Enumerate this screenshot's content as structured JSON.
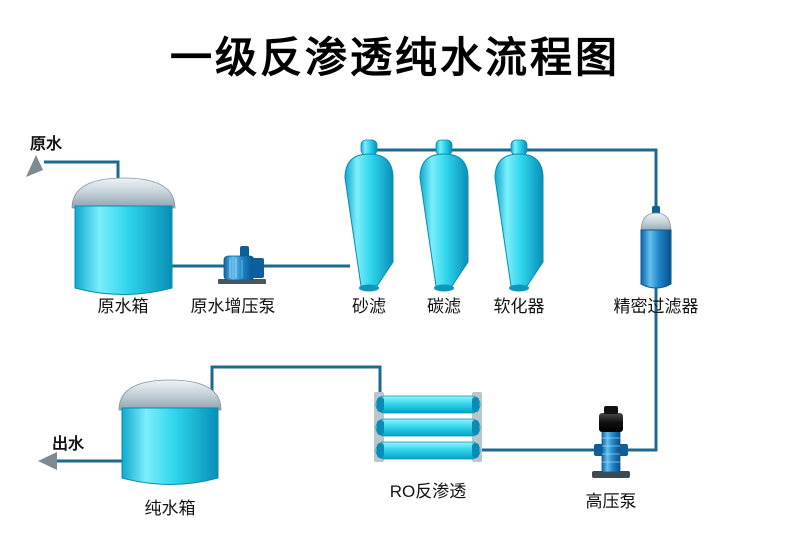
{
  "title": "一级反渗透纯水流程图",
  "flow_labels": {
    "inlet": "原水",
    "outlet": "出水"
  },
  "equipment": {
    "raw_water_tank": "原水箱",
    "booster_pump": "原水增压泵",
    "sand_filter": "砂滤",
    "carbon_filter": "碳滤",
    "softener": "软化器",
    "precision_filter": "精密过滤器",
    "pure_water_tank": "纯水箱",
    "ro_unit": "RO反渗透",
    "high_pressure_pump": "高压泵"
  },
  "colors": {
    "pipe": "#1d6a8e",
    "arrow": "#7d8a92",
    "vessel_cyan": "#2cd4ec",
    "vessel_blue": "#2288cc",
    "dome_gray": "#9fb0ba",
    "title_color": "#000000",
    "background": "#ffffff"
  }
}
